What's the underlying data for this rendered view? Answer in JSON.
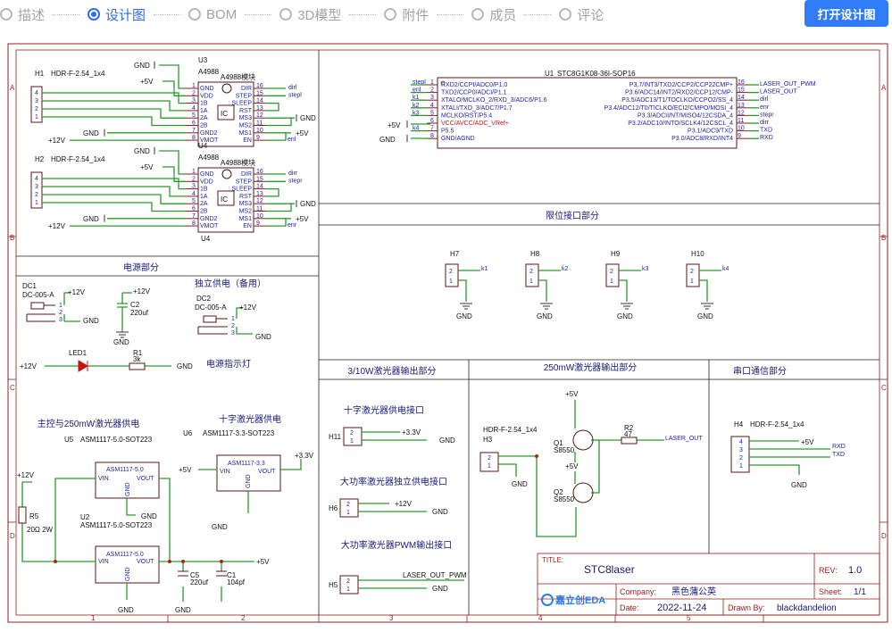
{
  "tabs": [
    {
      "label": "描述",
      "active": false
    },
    {
      "label": "设计图",
      "active": true
    },
    {
      "label": "BOM",
      "active": false
    },
    {
      "label": "3D模型",
      "active": false
    },
    {
      "label": "附件",
      "active": false
    },
    {
      "label": "成员",
      "active": false
    },
    {
      "label": "评论",
      "active": false
    }
  ],
  "open_button": "打开设计图",
  "border": {
    "rows": [
      "A",
      "B",
      "C",
      "D"
    ],
    "cols": [
      "1",
      "2",
      "3",
      "4",
      "5"
    ]
  },
  "sections": {
    "power": "电源部分",
    "limit": "限位接口部分",
    "laser_3_10w": "3/10W激光器输出部分",
    "laser_250mw": "250mW激光器输出部分",
    "uart": "串口通信部分",
    "standalone": "独立供电（备用）",
    "power_led": "电源指示灯",
    "main_supply": "主控与250mW激光器供电",
    "cross_supply": "十字激光器供电",
    "cross_iface": "十字激光器供电接口",
    "hp_supply_iface": "大功率激光器独立供电接口",
    "hp_pwm_iface": "大功率激光器PWM输出接口"
  },
  "net": {
    "gnd": "GND",
    "v5": "+5V",
    "v12": "+12V",
    "v33": "+3.3V"
  },
  "drivers": [
    {
      "ref": "U3",
      "name": "A4988",
      "sub": "A4988模块",
      "hdr": "H1",
      "hdr_name": "HDR-F-2.54_1x4",
      "bottom_ref": "",
      "left": [
        "GND",
        "VDD",
        "1B",
        "1A",
        "2A",
        "2B",
        "GND2",
        "VMOT"
      ],
      "right": [
        "DIR",
        "STEP",
        "SLEEP",
        "RST",
        "MS3",
        "MS2",
        "MS1",
        "EN"
      ],
      "lnum": [
        "1",
        "2",
        "3",
        "4",
        "5",
        "6",
        "7",
        "8"
      ],
      "rnum": [
        "16",
        "15",
        "14",
        "13",
        "12",
        "11",
        "10",
        "9"
      ],
      "nets": [
        "dirl",
        "stepl",
        "enl"
      ]
    },
    {
      "ref": "U4",
      "name": "A4988",
      "sub": "A4988模块",
      "hdr": "H2",
      "hdr_name": "HDR-F-2.54_1x4",
      "bottom_ref": "U4",
      "left": [
        "GND",
        "VDD",
        "1B",
        "1A",
        "2A",
        "2B",
        "GND2",
        "VMOT"
      ],
      "right": [
        "DIR",
        "STEP",
        "SLEEP",
        "RST",
        "MS3",
        "MS2",
        "MS1",
        "EN"
      ],
      "lnum": [
        "1",
        "2",
        "3",
        "4",
        "5",
        "6",
        "7",
        "8"
      ],
      "rnum": [
        "16",
        "15",
        "14",
        "13",
        "12",
        "11",
        "10",
        "9"
      ],
      "nets": [
        "dirr",
        "stepr",
        "enr"
      ]
    }
  ],
  "hdr_pins": [
    "4",
    "3",
    "2",
    "1"
  ],
  "mcu": {
    "ref": "U1",
    "name": "STC8G1K08-36I-SOP16",
    "left": [
      "RXD2/CCPI/ADC0/P1.0",
      "TXD2/CCP0/ADCI/P1.1",
      "XTALO/MCLKO_2/RXD_3/ADC6/P1.6",
      "XTALI/TXD_3/ADC7/P1.7",
      "MCLKO/RST/P5.4",
      "VCC/AVCC/ADC_VRef+",
      "P5.5",
      "GND/AGND"
    ],
    "right": [
      "P3.7/INT3/TXD2/CCP2/CCP22CMP+",
      "P3.6/ADC14/INT2/RXD2/CCP12/CMP-",
      "P3.5/ADC13/T1/TOCLKO/CCPO2/SS_4",
      "P3.4/ADC12/T0/TICLKO/ECI2/CMPO/MOSI_4",
      "P3.3/ADCII/NT/MISO4/12CSDA_4",
      "P3.2/ADC10/INTO/SCLK4/12CSCL_4",
      "P3.1/ADC9/TXD",
      "P3.0/ADC8/RXD/INT4"
    ],
    "lnum": [
      "1",
      "2",
      "3",
      "4",
      "5",
      "6",
      "7",
      "8"
    ],
    "rnum": [
      "16",
      "15",
      "14",
      "13",
      "12",
      "11",
      "10",
      "9"
    ],
    "lnets": [
      "stepl",
      "enl",
      "k1",
      "k2",
      "k3",
      "",
      "k4",
      ""
    ],
    "rnets": [
      "LASER_OUT_PWM",
      "LASER_OUT",
      "dirl",
      "enr",
      "stepr",
      "dirr",
      "TXD",
      "RXD"
    ]
  },
  "limits": [
    {
      "ref": "H7",
      "net": "k1"
    },
    {
      "ref": "H8",
      "net": "k2"
    },
    {
      "ref": "H9",
      "net": "k3"
    },
    {
      "ref": "H10",
      "net": "k4"
    }
  ],
  "dc1": {
    "ref": "DC1",
    "name": "DC-005-A"
  },
  "dc2": {
    "ref": "DC2",
    "name": "DC-005-A"
  },
  "c2": {
    "ref": "C2",
    "val": "220uf"
  },
  "led": {
    "ref": "LED1",
    "r": "R1",
    "rv": "3k"
  },
  "reg_u5": {
    "ref": "U5",
    "name": "ASM1117-5.0-SOT223",
    "chip": "ASM1117-5.0",
    "vin": "VIN",
    "vout": "VOUT",
    "gnd": "GND"
  },
  "reg_u2": {
    "ref": "U2",
    "name": "ASM1117-5.0-SOT223",
    "chip": "ASM1117-5.0",
    "vin": "VIN",
    "vout": "VOUT",
    "gnd": "GND"
  },
  "reg_u6": {
    "ref": "U6",
    "name": "ASM1117-3.3-SOT223",
    "chip": "ASM1117-3.3",
    "vin": "VIN",
    "vout": "VOUT",
    "gnd": "GND"
  },
  "r5": {
    "ref": "R5",
    "val": "20Ω 2W"
  },
  "c5": {
    "ref": "C5",
    "val": "220uf"
  },
  "c1": {
    "ref": "C1",
    "val": "104pf"
  },
  "h11": "H11",
  "h6": "H6",
  "h5": "H5",
  "laser_pwm": "LASER_OUT_PWM",
  "h3": {
    "ref": "H3",
    "name": "HDR-F-2.54_1x4"
  },
  "q1": {
    "ref": "Q1",
    "val": "S8550"
  },
  "q2": {
    "ref": "Q2",
    "val": "S8550"
  },
  "r2": {
    "ref": "R2",
    "val": "47"
  },
  "laser_out": "LASER_OUT",
  "h4": {
    "ref": "H4",
    "name": "HDR-F-2.54_1x4",
    "tx": "TXD",
    "rx": "RXD"
  },
  "title_block": {
    "title_label": "TITLE:",
    "title": "STC8laser",
    "rev_label": "REV:",
    "rev": "1.0",
    "company_label": "Company:",
    "company": "黑色蒲公英",
    "sheet_label": "Sheet:",
    "sheet": "1/1",
    "date_label": "Date:",
    "date": "2022-11-24",
    "drawn_label": "Drawn By:",
    "drawn": "blackdandelion",
    "logo": "嘉立创EDA"
  }
}
